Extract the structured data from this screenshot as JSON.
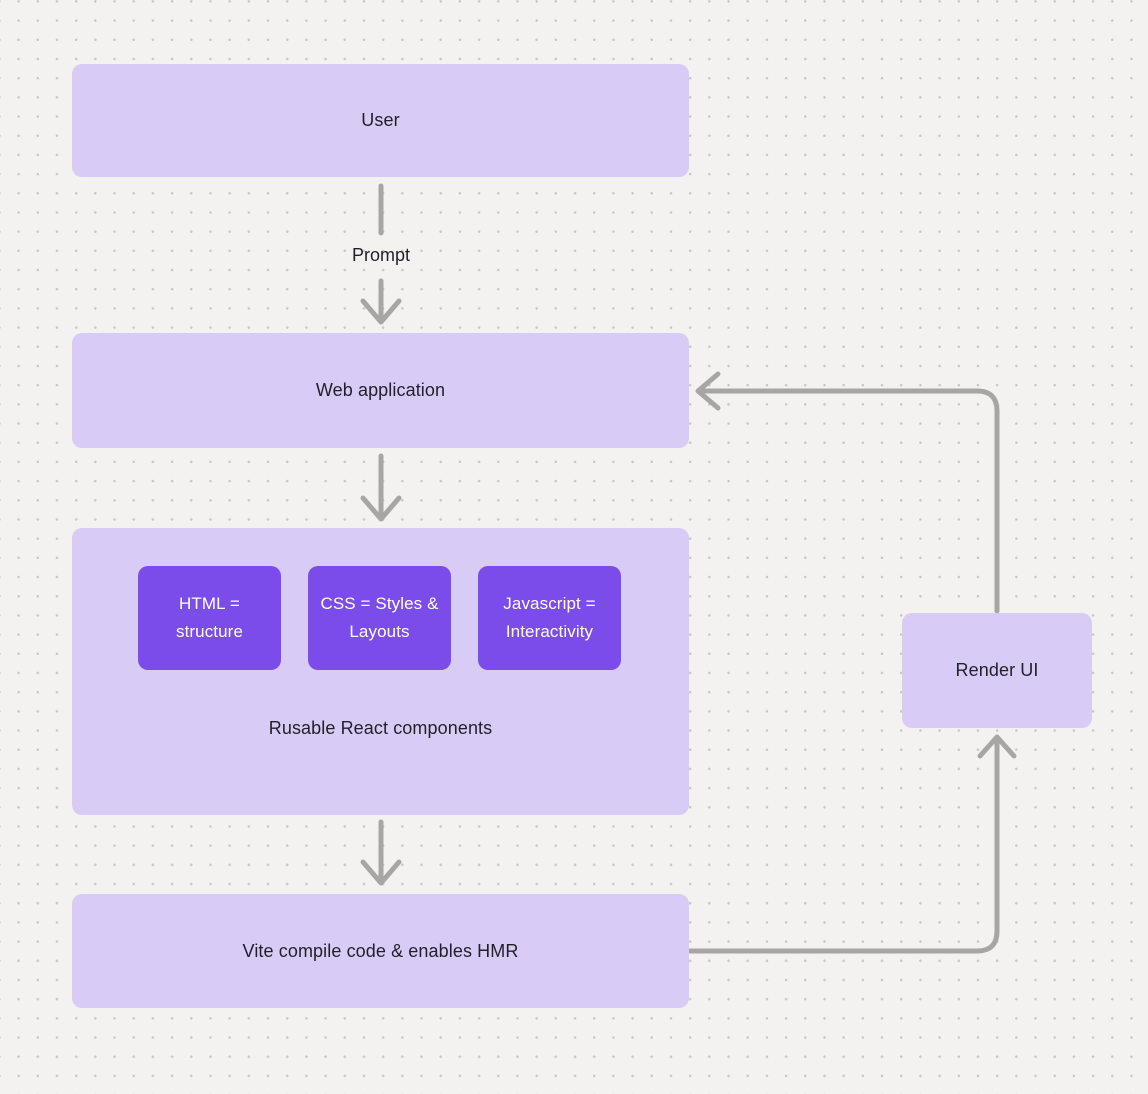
{
  "diagram": {
    "nodes": {
      "user": {
        "label": "User"
      },
      "web_application": {
        "label": "Web application"
      },
      "components_group": {
        "label": "Rusable React components",
        "children": [
          {
            "label": "HTML = structure"
          },
          {
            "label": "CSS = Styles & Layouts"
          },
          {
            "label": "Javascript = Interactivity"
          }
        ]
      },
      "vite": {
        "label": "Vite compile code & enables HMR"
      },
      "render_ui": {
        "label": "Render UI"
      }
    },
    "edges": [
      {
        "id": "user-to-webapp",
        "from": "user",
        "to": "web_application",
        "label": "Prompt"
      },
      {
        "id": "webapp-to-components",
        "from": "web_application",
        "to": "components_group",
        "label": ""
      },
      {
        "id": "components-to-vite",
        "from": "components_group",
        "to": "vite",
        "label": ""
      },
      {
        "id": "vite-to-renderui",
        "from": "vite",
        "to": "render_ui",
        "label": ""
      },
      {
        "id": "renderui-to-webapp",
        "from": "render_ui",
        "to": "web_application",
        "label": ""
      }
    ],
    "colors": {
      "background": "#f3f2f1",
      "grid_dot": "#c9c7c5",
      "node_fill": "#d8ccf7",
      "accent_fill": "#7b4ce9",
      "node_text": "#221f28",
      "accent_text": "#ffffff",
      "connector": "#a8a6a4"
    }
  }
}
